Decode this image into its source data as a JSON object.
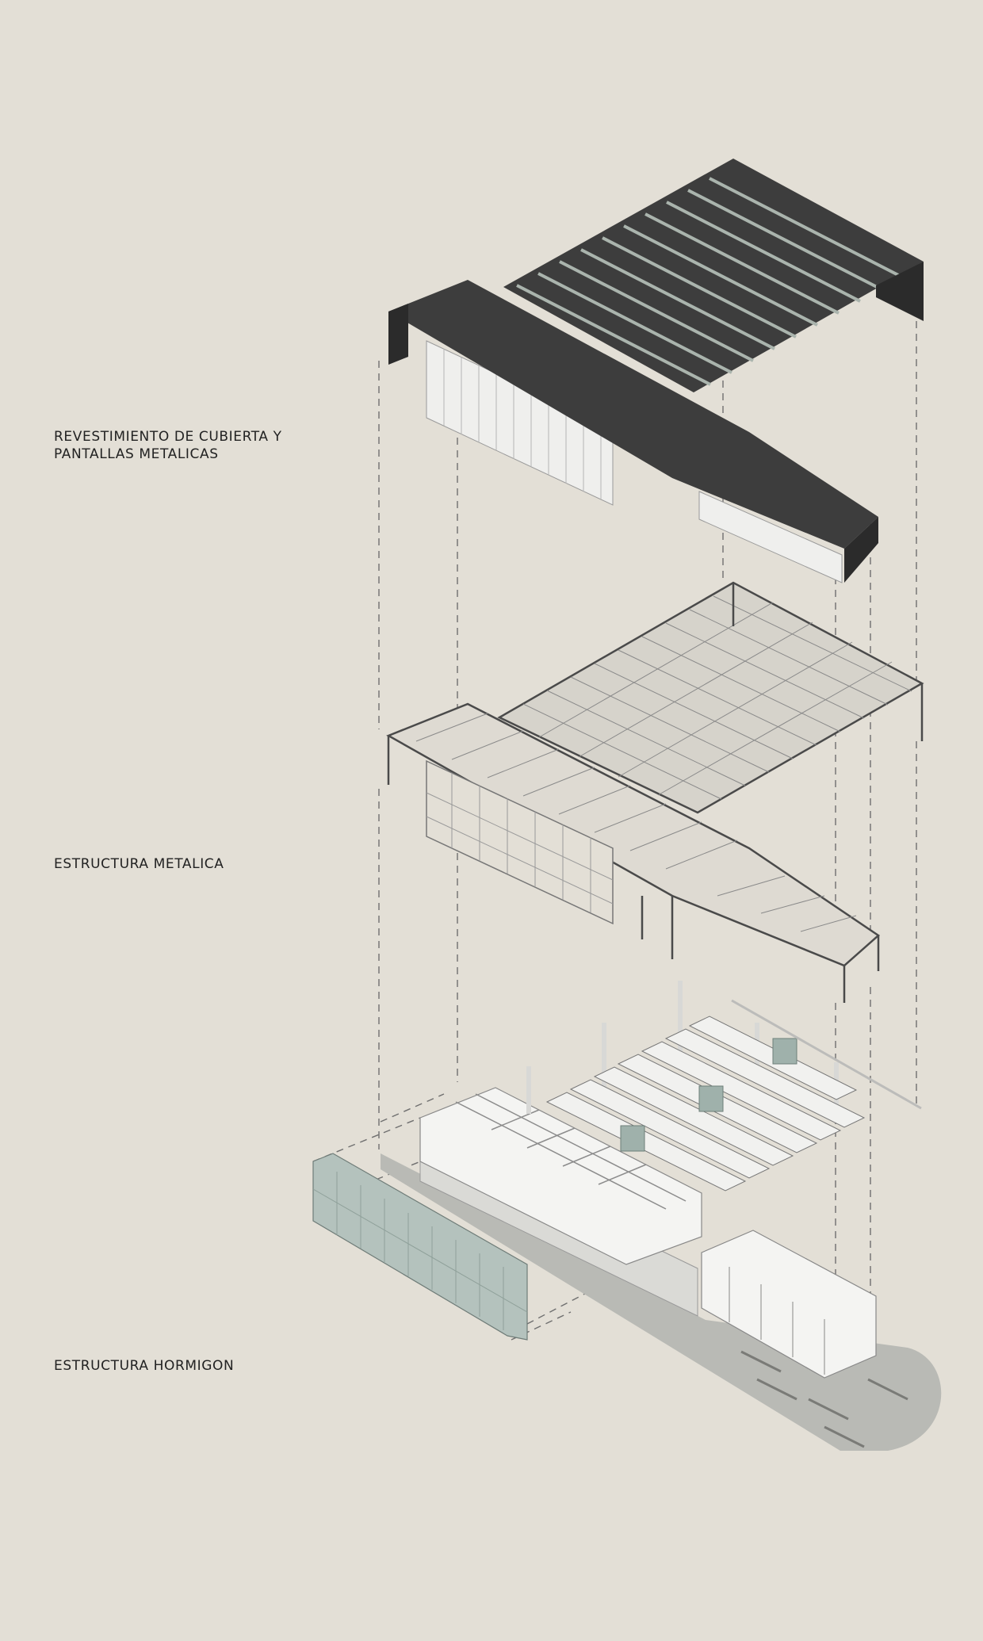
{
  "labels": {
    "roof": [
      "REVESTIMIENTO DE CUBIERTA Y",
      "PANTALLAS METALICAS"
    ],
    "steel": "ESTRUCTURA METALICA",
    "concrete": "ESTRUCTURA HORMIGON"
  },
  "colors": {
    "background": "#e3dfd6",
    "roof": "#3d3d3d",
    "roof_side": "#2b2b2b",
    "skylight": "#aab4ad",
    "steel": "#4a4a4a",
    "concrete": "#f4f4f2",
    "floor": "#b9bab5",
    "glass": "#9fb1ab",
    "dashed": "#6f6f6f"
  }
}
